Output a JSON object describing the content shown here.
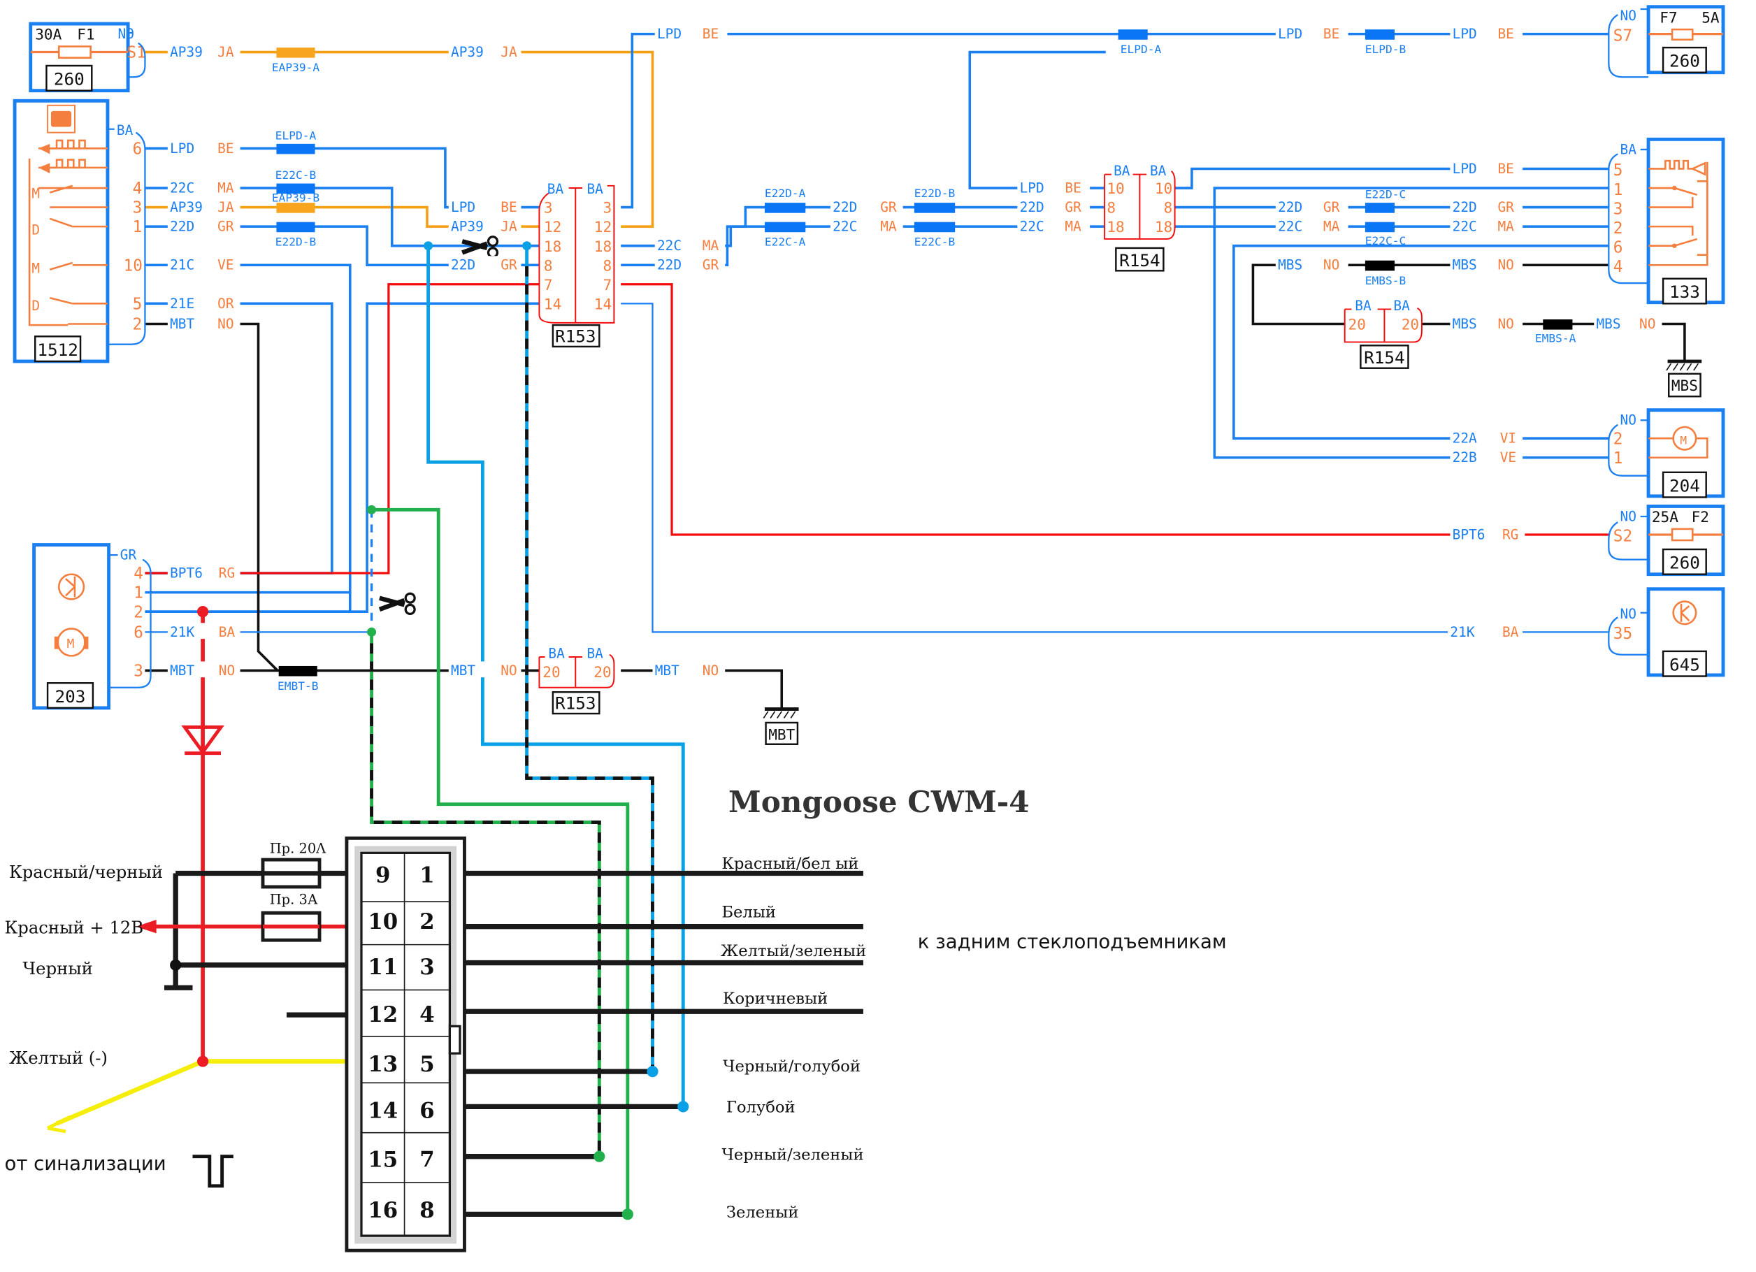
{
  "diagram": {
    "title": "Mongoose CWM-4",
    "rear_windows_note": "к задним стеклоподъемникам",
    "alarm_note": "от синализации",
    "components": [
      {
        "id": "260-F1",
        "label": "260",
        "fuse": "30A",
        "fuse_id": "F1",
        "conn": "NO",
        "pin": "S1"
      },
      {
        "id": "1512",
        "label": "1512",
        "conn": "BA",
        "pins": [
          "6",
          "4",
          "3",
          "1",
          "10",
          "5",
          "2"
        ]
      },
      {
        "id": "203",
        "label": "203",
        "conn": "GR",
        "pins": [
          "4",
          "1",
          "2",
          "6",
          "3"
        ]
      },
      {
        "id": "260-F7",
        "label": "260",
        "fuse": "5A",
        "fuse_id": "F7",
        "conn": "NO",
        "pin": "S7"
      },
      {
        "id": "133",
        "label": "133",
        "conn": "BA",
        "pins": [
          "5",
          "1",
          "3",
          "2",
          "6",
          "4"
        ]
      },
      {
        "id": "204",
        "label": "204",
        "conn": "NO",
        "pins": [
          "2",
          "1"
        ]
      },
      {
        "id": "260-F2",
        "label": "260",
        "fuse": "25A",
        "fuse_id": "F2",
        "conn": "NO",
        "pin": "S2"
      },
      {
        "id": "645",
        "label": "645",
        "conn": "NO",
        "pin": "35"
      }
    ],
    "connectors": [
      {
        "label": "R153",
        "left": "BA",
        "right": "BA",
        "pins": [
          "3",
          "12",
          "18",
          "8",
          "7",
          "14"
        ]
      },
      {
        "label": "R154",
        "left": "BA",
        "right": "BA",
        "pins": [
          "10",
          "8",
          "18"
        ]
      },
      {
        "label": "R153",
        "left": "BA",
        "right": "BA",
        "pins": [
          "20"
        ]
      },
      {
        "label": "R154",
        "left": "BA",
        "right": "BA",
        "pins": [
          "20"
        ]
      }
    ],
    "grounds": [
      "MBT",
      "MBS"
    ],
    "wires": {
      "ap39": "AP39",
      "ja": "JA",
      "lpd": "LPD",
      "be": "BE",
      "w22c": "22C",
      "ma": "MA",
      "w22d": "22D",
      "gr": "GR",
      "w21c": "21C",
      "ve": "VE",
      "w21e": "21E",
      "or": "OR",
      "mbt": "MBT",
      "no": "NO",
      "bpt6": "BPT6",
      "rg": "RG",
      "w21k": "21K",
      "ba": "BA",
      "mbs": "MBS",
      "w22a": "22A",
      "vi": "VI",
      "w22b": "22B"
    },
    "splices": {
      "eap39a": "EAP39-A",
      "eap39b": "EAP39-B",
      "elpda": "ELPD-A",
      "elpdb": "ELPD-B",
      "e22cb": "E22C-B",
      "e22db": "E22D-B",
      "e22da": "E22D-A",
      "e22ca": "E22C-A",
      "e22dc": "E22D-C",
      "e22cc": "E22C-C",
      "embsb": "EMBS-B",
      "embsa": "EMBS-A",
      "embtb": "EMBT-B"
    },
    "module": {
      "pins_left": [
        "9",
        "10",
        "11",
        "12",
        "13",
        "14",
        "15",
        "16"
      ],
      "pins_right": [
        "1",
        "2",
        "3",
        "4",
        "5",
        "6",
        "7",
        "8"
      ],
      "fuse_20": "Пр. 20Λ",
      "fuse_3": "Пр. 3А",
      "left_labels": [
        "Красный/черный",
        "Красный + 12В",
        "Черный",
        "Желтый (-)"
      ],
      "right_labels": [
        "Красный/бел ый",
        "Белый",
        "Желтый/зеленый",
        "Коричневый",
        "Черный/голубой",
        "Голубой",
        "Черный/зеленый",
        "Зеленый"
      ]
    }
  }
}
